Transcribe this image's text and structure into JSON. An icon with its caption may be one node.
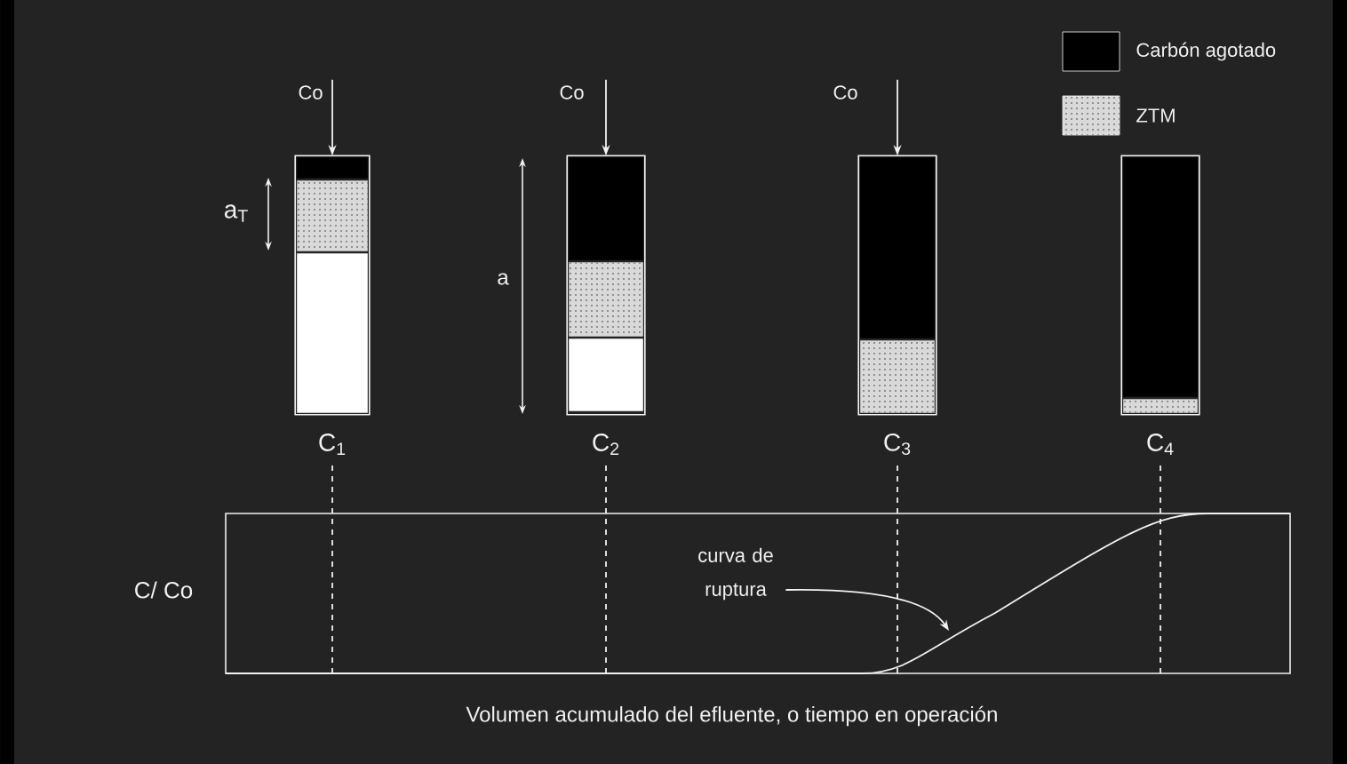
{
  "diagram": {
    "nodes": [
      {
        "text": [
          "Co"
        ]
      },
      {
        "text": [
          "Co"
        ]
      },
      {
        "text": [
          "Co"
        ]
      },
      {
        "text": [],
        "shape": "bar",
        "beside": [
          "C$_{1}$"
        ]
      },
      {
        "text": [],
        "shape": "bar",
        "beside": [
          "C$_{2}$"
        ]
      },
      {
        "text": [],
        "shape": "bar",
        "beside": [
          "C$_{3}$"
        ]
      },
      {
        "text": [],
        "shape": "bar",
        "beside": [
          "C$_{4}$"
        ]
      },
      {
        "text": [
          "curva de ruptura"
        ]
      }
    ],
    "edges": [
      {
        "from": 0,
        "to": 3,
        "arrow": "to"
      },
      {
        "from": 1,
        "to": 4,
        "arrow": "to"
      },
      {
        "from": 2,
        "to": 5,
        "arrow": "to"
      },
      {
        "from": 7,
        "to": null,
        "arrow": "to"
      }
    ],
    "labels": [
      "a$_{T}$",
      "a",
      "C/ Co",
      "Volumen acumulado del efluente, o tiempo en operación"
    ],
    "legend": [
      {
        "text": "Carbón agotado",
        "color": "#000000"
      },
      {
        "text": "ZTM",
        "color": "#d9d9d9"
      }
    ]
  }
}
